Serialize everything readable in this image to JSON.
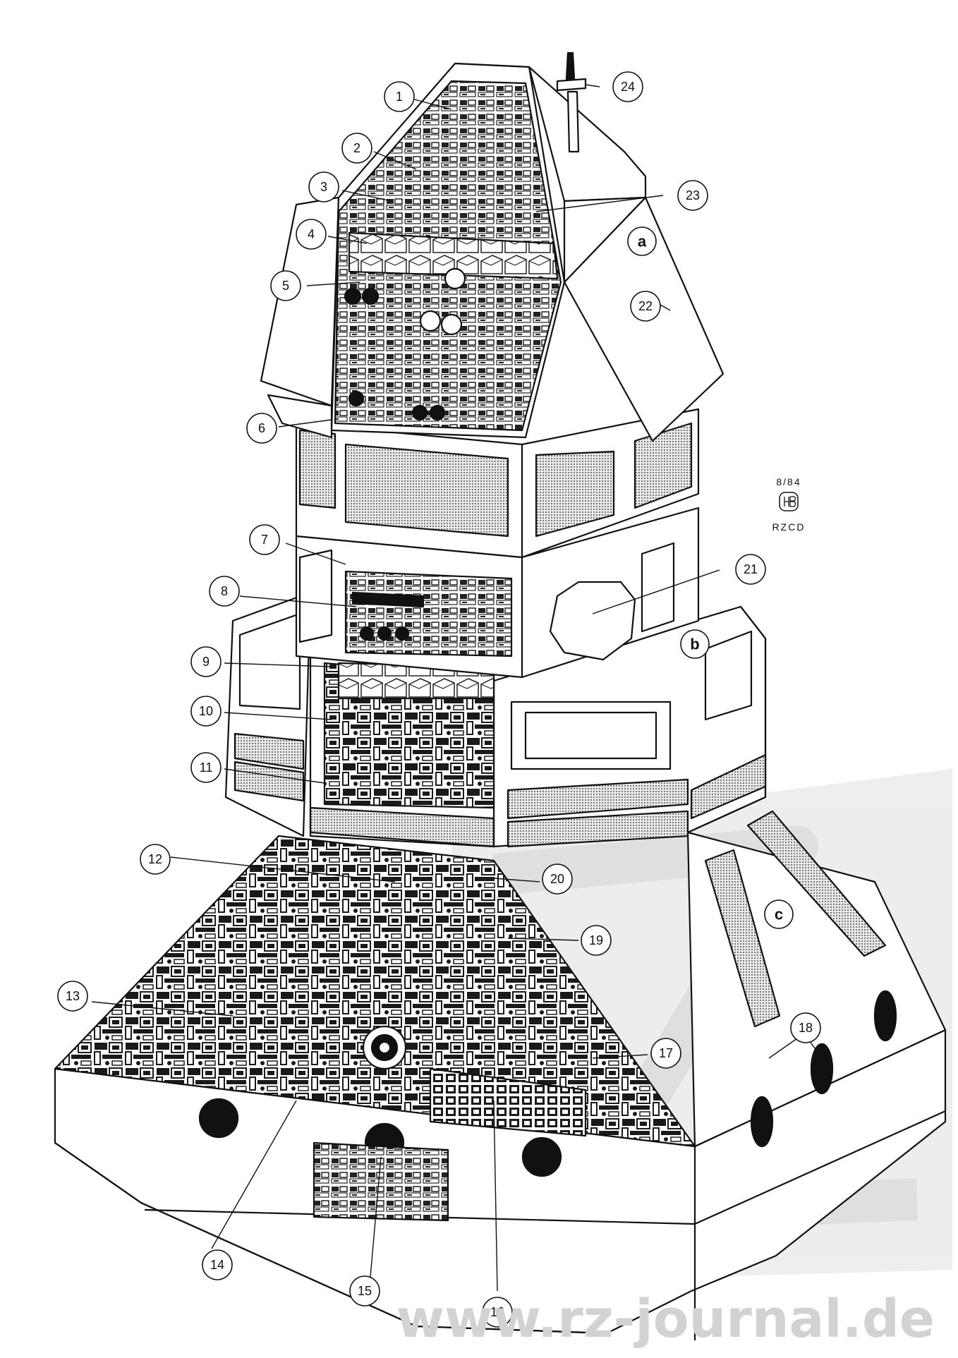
{
  "diagram": {
    "callouts": [
      "1",
      "2",
      "3",
      "4",
      "5",
      "6",
      "7",
      "8",
      "9",
      "10",
      "11",
      "12",
      "13",
      "14",
      "15",
      "16",
      "17",
      "18",
      "19",
      "20",
      "21",
      "22",
      "23",
      "24"
    ],
    "sections": [
      "a",
      "b",
      "c"
    ],
    "maker_mark": {
      "date": "8/84",
      "initials": "RZCD"
    },
    "watermark_url": "www.rz-journal.de",
    "colors": {
      "ink": "#111111",
      "paper": "#ffffff",
      "watermark": "#d2d2d2",
      "screen": "#bdbdbd"
    }
  }
}
